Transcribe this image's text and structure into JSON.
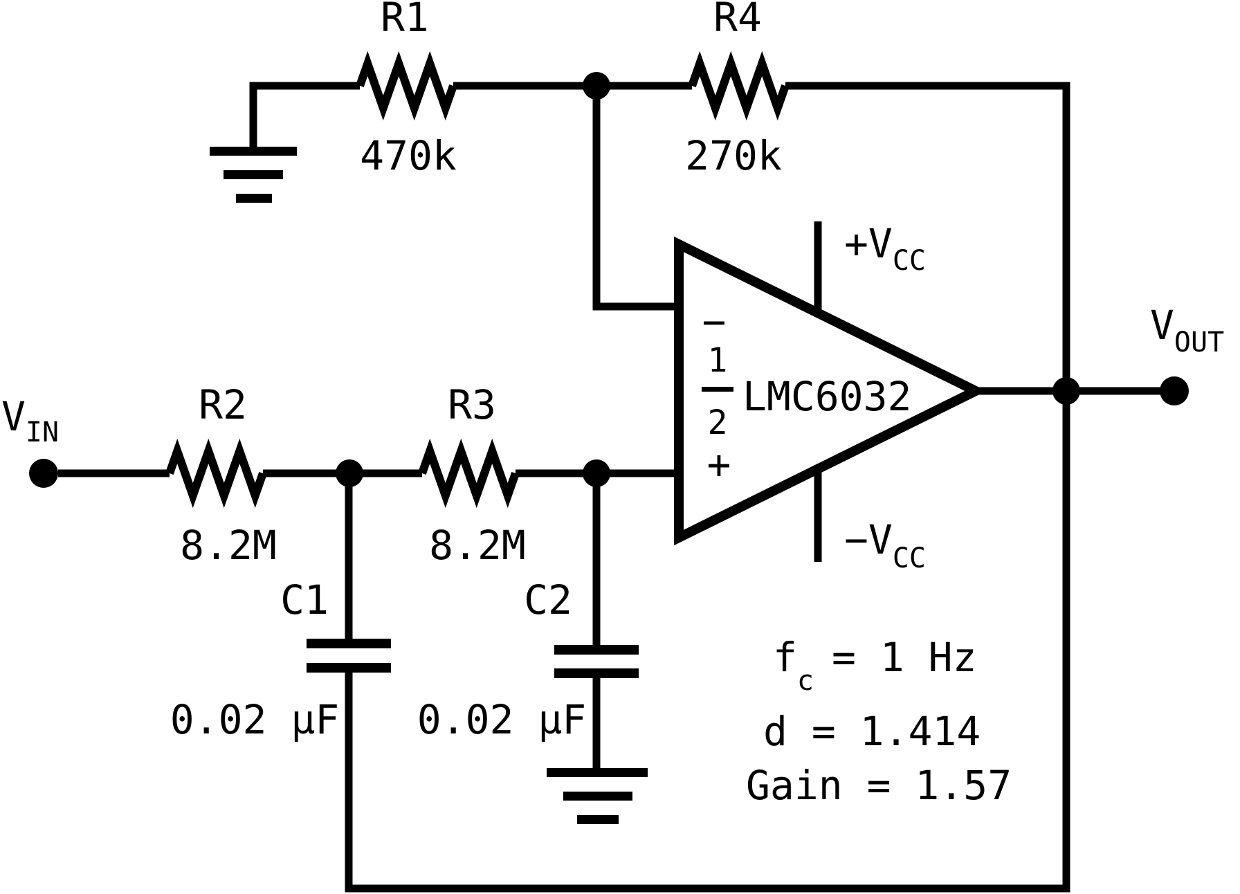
{
  "colors": {
    "ink": "#000000",
    "background": "#ffffff"
  },
  "components": {
    "r1": {
      "ref": "R1",
      "value": "470k"
    },
    "r4": {
      "ref": "R4",
      "value": "270k"
    },
    "r2": {
      "ref": "R2",
      "value": "8.2M"
    },
    "r3": {
      "ref": "R3",
      "value": "8.2M"
    },
    "c1": {
      "ref": "C1",
      "value": "0.02 μF"
    },
    "c2": {
      "ref": "C2",
      "value": "0.02 μF"
    },
    "opamp": {
      "half_numerator": "1",
      "half_denominator": "2",
      "part_number": "LMC6032",
      "inverting_input_symbol": "−",
      "noninverting_input_symbol": "+"
    }
  },
  "ports": {
    "vin": {
      "base": "V",
      "sub": "IN"
    },
    "vout": {
      "base": "V",
      "sub": "OUT"
    },
    "vcc_pos": {
      "base": "+V",
      "sub": "CC"
    },
    "vcc_neg": {
      "base": "−V",
      "sub": "CC"
    }
  },
  "annotations": {
    "cutoff": {
      "base": "f",
      "sub": "c",
      "rest": "= 1 Hz"
    },
    "damping": "d = 1.414",
    "gain": "Gain = 1.57"
  }
}
